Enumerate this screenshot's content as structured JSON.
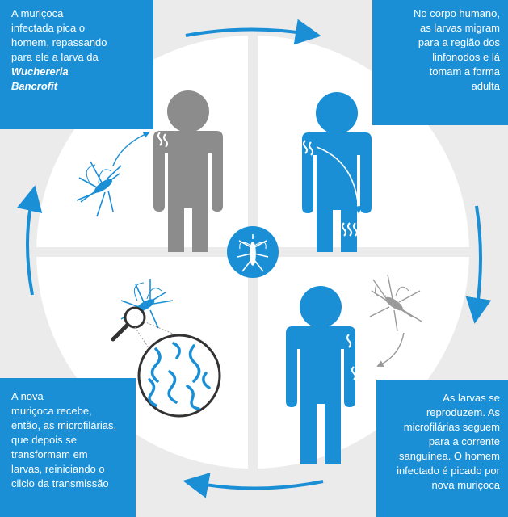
{
  "steps": [
    {
      "id": "step-1",
      "lines": [
        "A muriçoca",
        "infectada pica o",
        "homem, repassando",
        "para ele a larva da"
      ],
      "italic_lines": [
        "Wuchereria",
        "Bancrofit"
      ]
    },
    {
      "id": "step-2",
      "lines": [
        "No corpo humano,",
        "as larvas migram",
        "para a região dos",
        "linfonodos e lá",
        "tomam a forma",
        "adulta"
      ]
    },
    {
      "id": "step-3",
      "lines": [
        "As larvas se",
        "reproduzem. As",
        "microfilárias seguem",
        "para a corrente",
        "sanguínea. O homem",
        "infectado é picado por",
        "nova muriçoca"
      ]
    },
    {
      "id": "step-4",
      "lines": [
        "A nova",
        "muriçoca recebe,",
        "então, as microfilárias,",
        "que depois se",
        "transformam em",
        "larvas, reiniciando o",
        "cilclo da transmissão"
      ]
    }
  ],
  "colors": {
    "blue": "#1a8fd6",
    "gray_figure": "#8c8c8c",
    "background": "#ebebeb",
    "circle": "#ffffff"
  },
  "icons": {
    "center": "mosquito-icon",
    "magnifier": "magnifier-icon",
    "person": "person-icon"
  }
}
